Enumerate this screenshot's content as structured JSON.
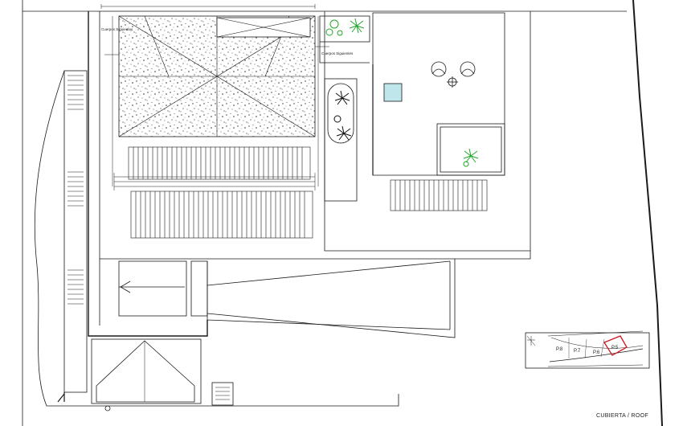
{
  "drawing": {
    "title": "CUBIERTA / ROOF",
    "annotations": {
      "corner_label_top": "Cuerpos Siguientes",
      "corner_label_right": "Cuerpos Siguientes"
    },
    "key_plan": {
      "plots": [
        "P.8",
        "P.7",
        "P.6",
        "P.5"
      ],
      "highlighted_plot": "P.5",
      "highlight_color": "#d11f2a"
    },
    "colors": {
      "line": "#1a1a1a",
      "pool_fill": "#bfe6ea",
      "plant": "#1fa82a"
    }
  }
}
